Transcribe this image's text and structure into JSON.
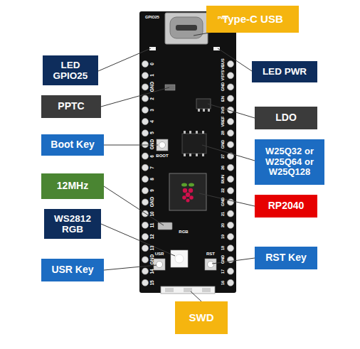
{
  "diagram": {
    "nodes": [
      {
        "text": [
          "Type-C USB"
        ]
      },
      {
        "text": [
          "LED GPIO25"
        ]
      },
      {
        "text": [
          "LED PWR"
        ]
      },
      {
        "text": [
          "PPTC"
        ]
      },
      {
        "text": [
          "LDO"
        ]
      },
      {
        "text": [
          "Boot Key"
        ]
      },
      {
        "text": [
          "W25Q32 or W25Q64 or W25Q128"
        ]
      },
      {
        "text": [
          "12MHz"
        ]
      },
      {
        "text": [
          "RP2040"
        ]
      },
      {
        "text": [
          "WS2812 RGB"
        ]
      },
      {
        "text": [
          "RST Key"
        ]
      },
      {
        "text": [
          "USR Key"
        ]
      },
      {
        "text": [
          "SWD"
        ]
      }
    ],
    "labels": [
      "0",
      "1",
      "GND",
      "2",
      "3",
      "4",
      "5",
      "GND",
      "6",
      "7",
      "8",
      "9",
      "GND",
      "10",
      "11",
      "12",
      "13",
      "GND",
      "14",
      "15",
      "VBUS",
      "VSYS",
      "GND",
      "EN",
      "3V3",
      "VREF",
      "28",
      "GND",
      "27",
      "26",
      "RUN",
      "22",
      "GND",
      "21",
      "20",
      "19",
      "18",
      "GND",
      "17",
      "16",
      "BOOT",
      "RGB",
      "USR",
      "RST",
      "GPIO25",
      "PWR"
    ]
  }
}
